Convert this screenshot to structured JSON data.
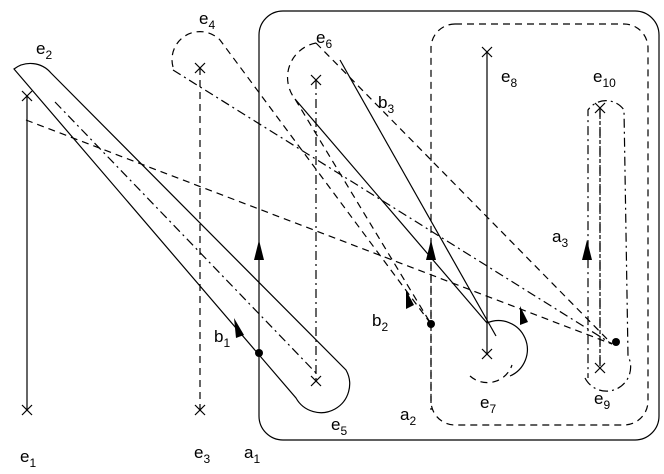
{
  "labels": {
    "e1": {
      "base": "e",
      "sub": "1"
    },
    "e2": {
      "base": "e",
      "sub": "2"
    },
    "e3": {
      "base": "e",
      "sub": "3"
    },
    "e4": {
      "base": "e",
      "sub": "4"
    },
    "e5": {
      "base": "e",
      "sub": "5"
    },
    "e6": {
      "base": "e",
      "sub": "6"
    },
    "e7": {
      "base": "e",
      "sub": "7"
    },
    "e8": {
      "base": "e",
      "sub": "8"
    },
    "e9": {
      "base": "e",
      "sub": "9"
    },
    "e10": {
      "base": "e",
      "sub": "10"
    },
    "a1": {
      "base": "a",
      "sub": "1"
    },
    "a2": {
      "base": "a",
      "sub": "2"
    },
    "a3": {
      "base": "a",
      "sub": "3"
    },
    "b1": {
      "base": "b",
      "sub": "1"
    },
    "b2": {
      "base": "b",
      "sub": "2"
    },
    "b3": {
      "base": "b",
      "sub": "3"
    }
  },
  "line_styles": {
    "a1": "solid",
    "a2": "dashed",
    "a3": "dash-dot",
    "b1": "solid",
    "b2": "dashed",
    "b3": "dash-dot"
  }
}
